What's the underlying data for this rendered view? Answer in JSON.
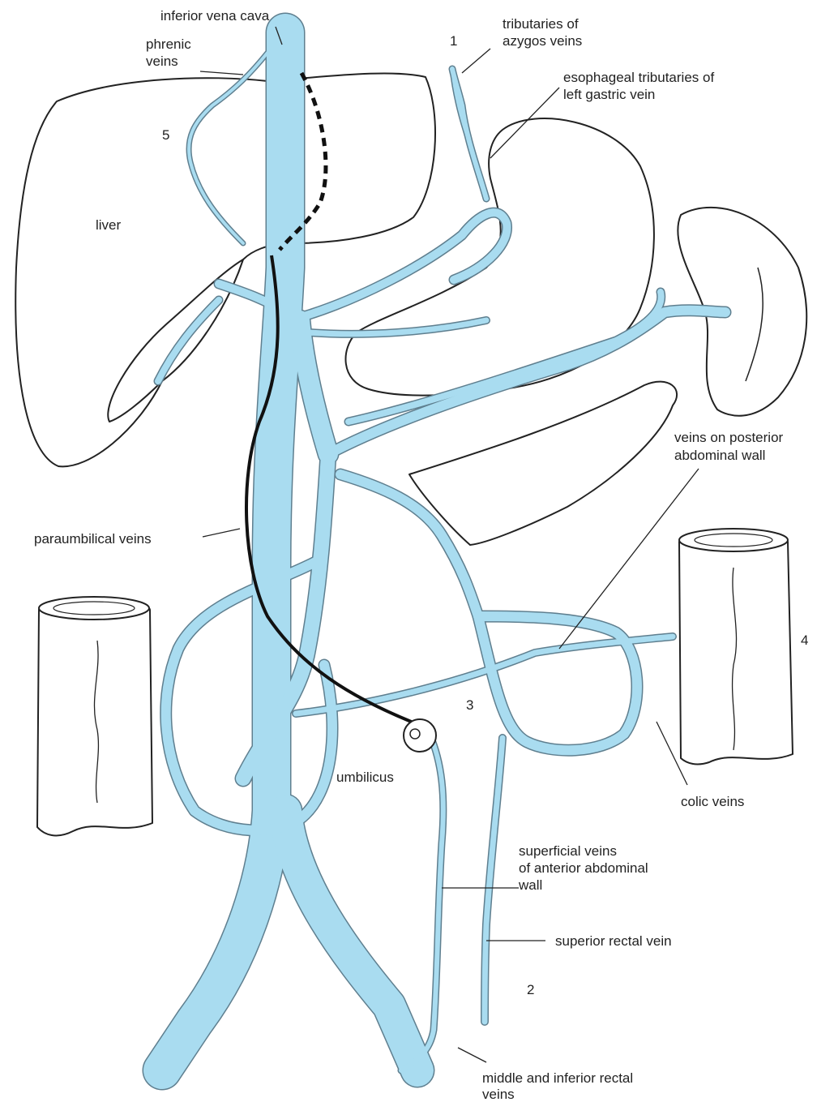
{
  "colors": {
    "vein": "#a9dcf0",
    "vein_edge": "#5f7f8f",
    "outline": "#222222",
    "background": "#ffffff"
  },
  "labels": {
    "ivc": "inferior vena cava",
    "phrenic_line1": "phrenic",
    "phrenic_line2": "veins",
    "azygos_line1": "tributaries of",
    "azygos_line2": "azygos veins",
    "esophageal_line1": "esophageal tributaries of",
    "esophageal_line2": "left gastric vein",
    "liver": "liver",
    "posterior_line1": "veins on posterior",
    "posterior_line2": "abdominal wall",
    "paraumbilical": "paraumbilical veins",
    "umbilicus": "umbilicus",
    "colic": "colic veins",
    "superficial_line1": "superficial veins",
    "superficial_line2": "of anterior abdominal",
    "superficial_line3": "wall",
    "superior_rectal": "superior rectal vein",
    "rectal_line1": "middle and inferior rectal",
    "rectal_line2": "veins"
  },
  "site_numbers": {
    "n1": "1",
    "n2": "2",
    "n3": "3",
    "n4": "4",
    "n5": "5"
  }
}
